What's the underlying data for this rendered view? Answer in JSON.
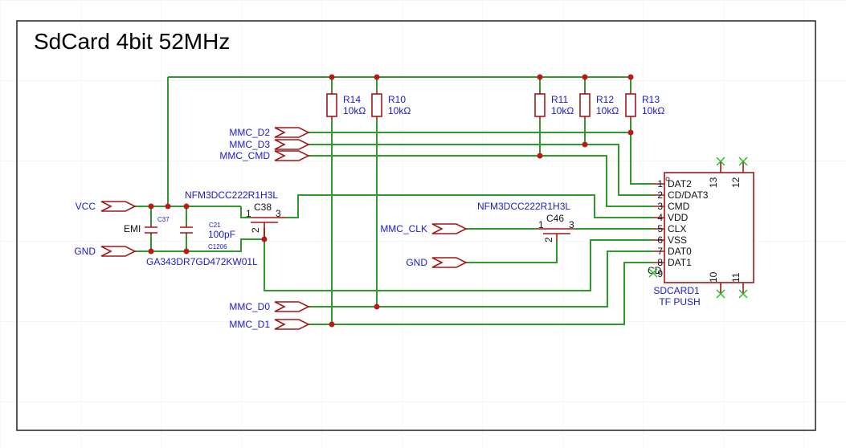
{
  "title": "SdCard 4bit 52MHz",
  "resistors": [
    {
      "ref": "R14",
      "value": "10kΩ"
    },
    {
      "ref": "R10",
      "value": "10kΩ"
    },
    {
      "ref": "R11",
      "value": "10kΩ"
    },
    {
      "ref": "R12",
      "value": "10kΩ"
    },
    {
      "ref": "R13",
      "value": "10kΩ"
    }
  ],
  "net_labels": {
    "d2": "MMC_D2",
    "d3": "MMC_D3",
    "cmd": "MMC_CMD",
    "vcc": "VCC",
    "gnd1": "GND",
    "clk": "MMC_CLK",
    "gnd2": "GND",
    "d0": "MMC_D0",
    "d1": "MMC_D1"
  },
  "filters": {
    "c38": {
      "part": "NFM3DCC222R1H3L",
      "ref": "C38",
      "pin1": "1",
      "pin2": "2",
      "pin3": "3"
    },
    "c46": {
      "part": "NFM3DCC222R1H3L",
      "ref": "C46",
      "pin1": "1",
      "pin2": "2",
      "pin3": "3"
    }
  },
  "caps": {
    "c37": {
      "ref": "C37",
      "name": "EMI",
      "part": "GA343DR7GD472KW01L"
    },
    "c21": {
      "ref": "C21",
      "value": "100pF",
      "package": "C1206"
    }
  },
  "connector": {
    "ref": "SDCARD1",
    "value": "TF PUSH",
    "pins": [
      {
        "num": "1",
        "name": "DAT2"
      },
      {
        "num": "2",
        "name": "CD/DAT3"
      },
      {
        "num": "3",
        "name": "CMD"
      },
      {
        "num": "4",
        "name": "VDD"
      },
      {
        "num": "5",
        "name": "CLX"
      },
      {
        "num": "6",
        "name": "VSS"
      },
      {
        "num": "7",
        "name": "DAT0"
      },
      {
        "num": "8",
        "name": "DAT1"
      },
      {
        "num": "9",
        "name": "CD"
      }
    ],
    "cd_label": "CD",
    "top_pins": [
      "13",
      "12"
    ],
    "bottom_pins": [
      "10",
      "11"
    ]
  },
  "colors": {
    "wire": "#2e9a2e",
    "symbol": "#a01818",
    "label": "#1a1acc",
    "junction": "#c01818"
  }
}
